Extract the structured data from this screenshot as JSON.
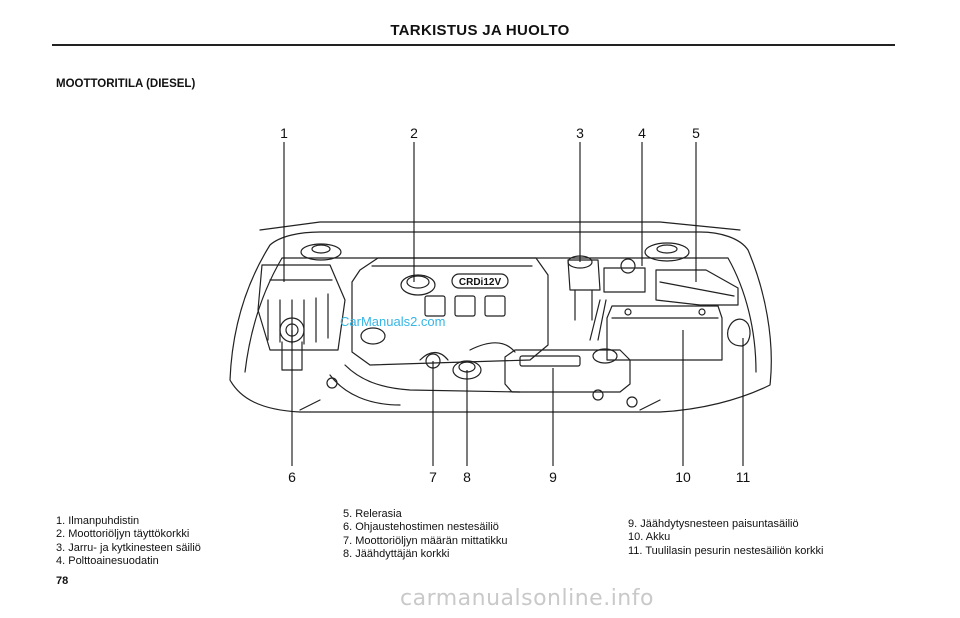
{
  "header": {
    "title": "TARKISTUS JA HUOLTO"
  },
  "section": {
    "heading": "MOOTTORITILA (DIESEL)"
  },
  "diagram": {
    "engine_badge": "CRDi12V",
    "callouts_top": [
      "1",
      "2",
      "3",
      "4",
      "5"
    ],
    "callouts_bottom": [
      "6",
      "7",
      "8",
      "9",
      "10",
      "11"
    ]
  },
  "legend": {
    "column1": [
      "1. Ilmanpuhdistin",
      "2. Moottoriöljyn täyttökorkki",
      "3. Jarru- ja kytkinesteen säiliö",
      "4. Polttoainesuodatin"
    ],
    "column2": [
      "5. Relerasia",
      "6. Ohjaustehostimen nestesäiliö",
      "7. Moottoriöljyn määrän mittatikku",
      "8. Jäähdyttäjän korkki"
    ],
    "column3": [
      "9. Jäähdytysnesteen paisuntasäiliö",
      "10. Akku",
      "11. Tuulilasin pesurin nestesäiliön korkki"
    ]
  },
  "page": {
    "number": "78"
  },
  "watermarks": {
    "top": "CarManuals2.com",
    "bottom": "carmanualsonline.info"
  },
  "colors": {
    "text": "#111111",
    "rule": "#222222",
    "watermark_top": "#35b6e6",
    "watermark_bottom": "#c9c9c9"
  }
}
